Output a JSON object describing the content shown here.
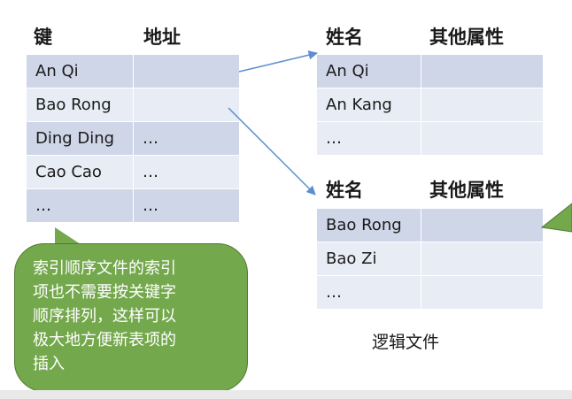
{
  "index_table": {
    "headers": [
      "键",
      "地址"
    ],
    "rows": [
      [
        "An Qi",
        ""
      ],
      [
        "Bao Rong",
        ""
      ],
      [
        "Ding Ding",
        "…"
      ],
      [
        "Cao Cao",
        "…"
      ],
      [
        "…",
        "…"
      ]
    ]
  },
  "file_table_top": {
    "headers": [
      "姓名",
      "其他属性"
    ],
    "rows": [
      [
        "An Qi",
        ""
      ],
      [
        "An Kang",
        ""
      ],
      [
        "…",
        ""
      ]
    ]
  },
  "file_table_bottom": {
    "headers": [
      "姓名",
      "其他属性"
    ],
    "rows": [
      [
        "Bao Rong",
        ""
      ],
      [
        "Bao Zi",
        ""
      ],
      [
        "…",
        ""
      ]
    ]
  },
  "callout": {
    "lines": [
      "索引顺序文件的索引",
      "项也不需要按关键字",
      "顺序排列，这样可以",
      "极大地方便新表项的",
      "插入"
    ]
  },
  "caption": "逻辑文件",
  "colors": {
    "cell_dark": "#cfd6e8",
    "cell_light": "#e8ecf4",
    "callout_fill": "#74a84c",
    "arrow": "#5b8fcf"
  }
}
